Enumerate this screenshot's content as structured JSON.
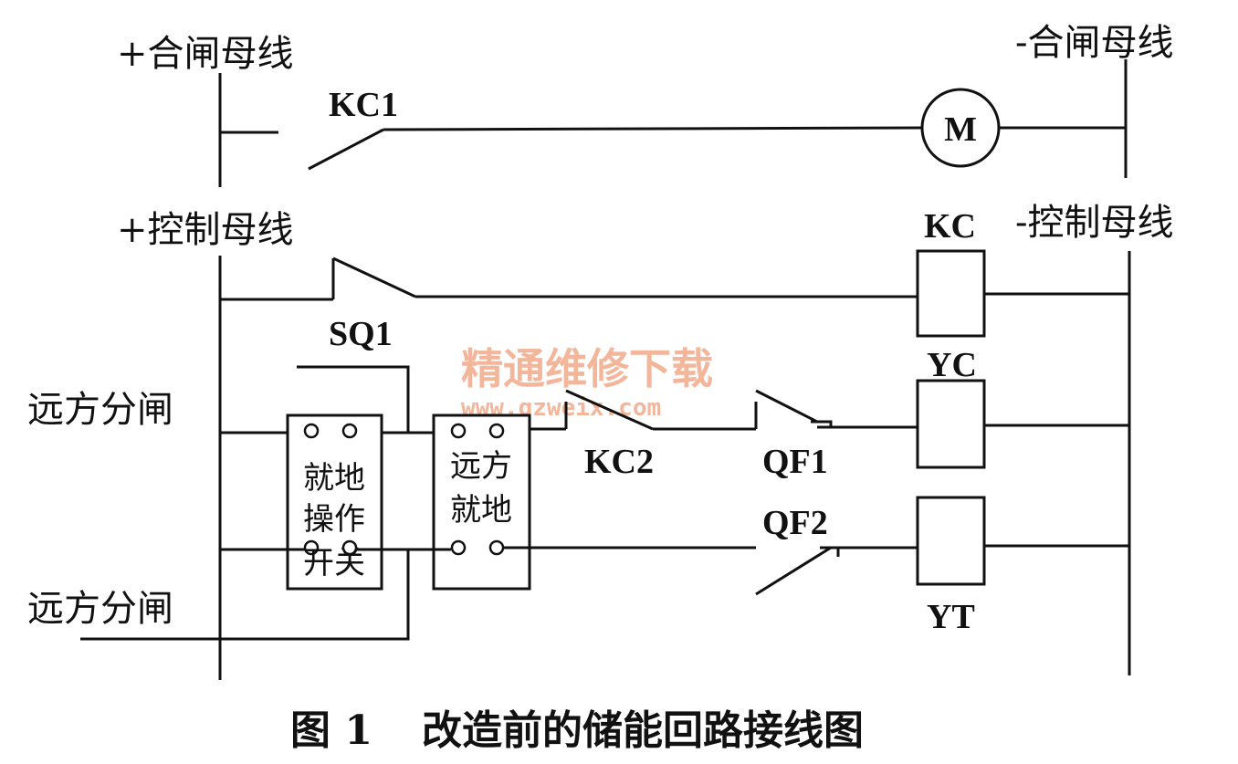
{
  "buses": {
    "closing_pos": "+合闸母线",
    "closing_neg": "-合闸母线",
    "control_pos": "+控制母线",
    "control_neg": "-控制母线"
  },
  "components": {
    "kc1": "KC1",
    "motor": "M",
    "kc": "KC",
    "sq1": "SQ1",
    "yc": "YC",
    "kc2": "KC2",
    "qf1": "QF1",
    "qf2": "QF2",
    "yt": "YT"
  },
  "inputs": {
    "remote_trip_top": "远方分闸",
    "remote_trip_bottom": "远方分闸"
  },
  "local_switch": {
    "lines": [
      "就地",
      "操作",
      "开关"
    ]
  },
  "remote_local_switch": {
    "lines": [
      "远方",
      "就地"
    ]
  },
  "watermark": {
    "text": "精通维修下载",
    "url": "www.gzweix.com"
  },
  "caption": {
    "number": "图 1",
    "title": "改造前的储能回路接线图"
  }
}
